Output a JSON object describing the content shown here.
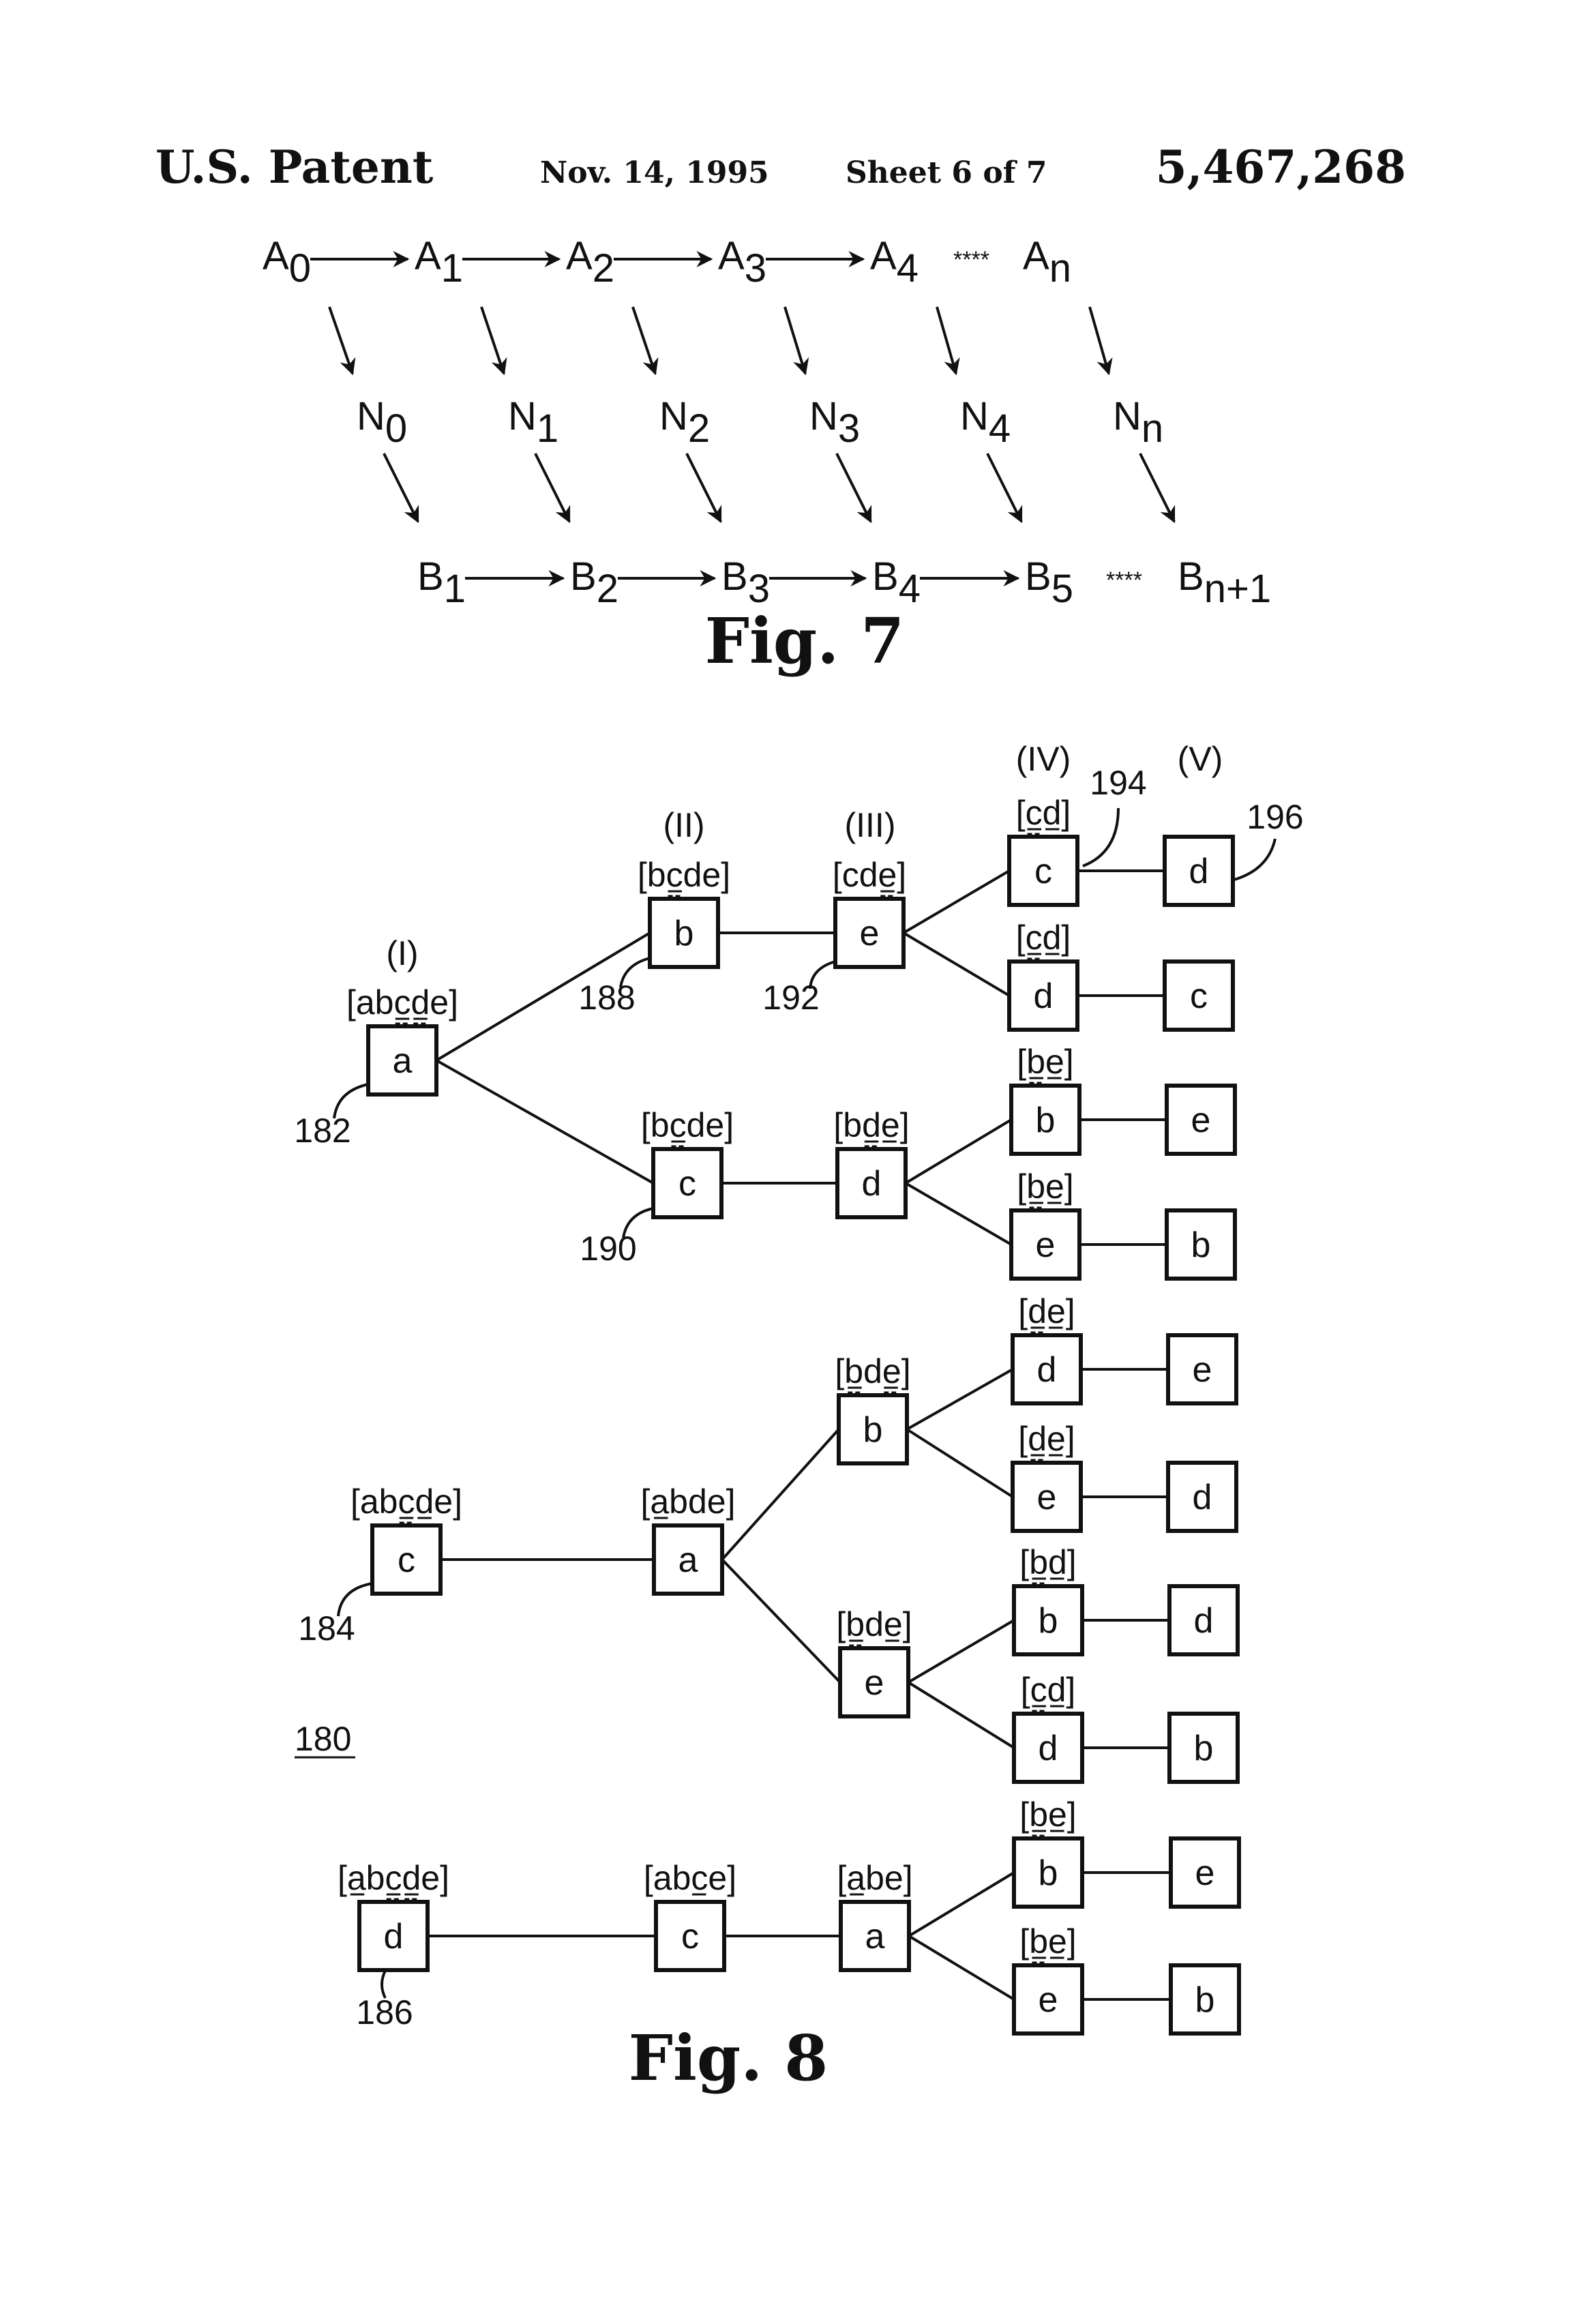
{
  "header": {
    "title": "U.S. Patent",
    "date": "Nov. 14, 1995",
    "sheet": "Sheet 6 of 7",
    "number": "5,467,268"
  },
  "fig7": {
    "caption": "Fig. 7",
    "ellipsis": "****",
    "a_row": [
      {
        "base": "A",
        "sub": "0"
      },
      {
        "base": "A",
        "sub": "1"
      },
      {
        "base": "A",
        "sub": "2"
      },
      {
        "base": "A",
        "sub": "3"
      },
      {
        "base": "A",
        "sub": "4"
      },
      {
        "base": "A",
        "sub": "n"
      }
    ],
    "n_row": [
      {
        "base": "N",
        "sub": "0"
      },
      {
        "base": "N",
        "sub": "1"
      },
      {
        "base": "N",
        "sub": "2"
      },
      {
        "base": "N",
        "sub": "3"
      },
      {
        "base": "N",
        "sub": "4"
      },
      {
        "base": "N",
        "sub": "n"
      }
    ],
    "b_row": [
      {
        "base": "B",
        "sub": "1"
      },
      {
        "base": "B",
        "sub": "2"
      },
      {
        "base": "B",
        "sub": "3"
      },
      {
        "base": "B",
        "sub": "4"
      },
      {
        "base": "B",
        "sub": "5"
      },
      {
        "base": "B",
        "sub": "n+1"
      }
    ]
  },
  "fig8": {
    "caption": "Fig. 8",
    "figure_ref": "180",
    "levels": [
      "(I)",
      "(II)",
      "(III)",
      "(IV)",
      "(V)"
    ],
    "refs": [
      "182",
      "184",
      "186",
      "188",
      "190",
      "192",
      "194",
      "196"
    ],
    "nodes": [
      {
        "id": "n1",
        "letter": "a",
        "set": "[abcde]"
      },
      {
        "id": "n2",
        "letter": "b",
        "set": "[bcde]"
      },
      {
        "id": "n3",
        "letter": "e",
        "set": "[cde]"
      },
      {
        "id": "n4",
        "letter": "c",
        "set": "[cd]"
      },
      {
        "id": "n5",
        "letter": "d",
        "set": ""
      },
      {
        "id": "n6",
        "letter": "d",
        "set": "[cd]"
      },
      {
        "id": "n7",
        "letter": "c",
        "set": ""
      },
      {
        "id": "n8",
        "letter": "c",
        "set": "[bcde]"
      },
      {
        "id": "n9",
        "letter": "d",
        "set": "[bde]"
      },
      {
        "id": "n10",
        "letter": "b",
        "set": "[be]"
      },
      {
        "id": "n11",
        "letter": "e",
        "set": ""
      },
      {
        "id": "n12",
        "letter": "e",
        "set": "[be]"
      },
      {
        "id": "n13",
        "letter": "b",
        "set": ""
      },
      {
        "id": "n14",
        "letter": "c",
        "set": "[abcde]"
      },
      {
        "id": "n15",
        "letter": "a",
        "set": "[abde]"
      },
      {
        "id": "n16",
        "letter": "b",
        "set": "[bde]"
      },
      {
        "id": "n17",
        "letter": "d",
        "set": "[de]"
      },
      {
        "id": "n18",
        "letter": "e",
        "set": ""
      },
      {
        "id": "n19",
        "letter": "e",
        "set": "[de]"
      },
      {
        "id": "n20",
        "letter": "d",
        "set": ""
      },
      {
        "id": "n21",
        "letter": "e",
        "set": "[bde]"
      },
      {
        "id": "n22",
        "letter": "b",
        "set": "[bd]"
      },
      {
        "id": "n23",
        "letter": "d",
        "set": ""
      },
      {
        "id": "n24",
        "letter": "d",
        "set": "[cd]"
      },
      {
        "id": "n25",
        "letter": "b",
        "set": ""
      },
      {
        "id": "n26",
        "letter": "d",
        "set": "[abcde]"
      },
      {
        "id": "n27",
        "letter": "c",
        "set": "[abce]"
      },
      {
        "id": "n28",
        "letter": "a",
        "set": "[abe]"
      },
      {
        "id": "n29",
        "letter": "b",
        "set": "[be]"
      },
      {
        "id": "n30",
        "letter": "e",
        "set": ""
      },
      {
        "id": "n31",
        "letter": "e",
        "set": "[be]"
      },
      {
        "id": "n32",
        "letter": "b",
        "set": ""
      }
    ],
    "edges": [
      [
        "n1",
        "n2"
      ],
      [
        "n1",
        "n8"
      ],
      [
        "n2",
        "n3"
      ],
      [
        "n3",
        "n4"
      ],
      [
        "n3",
        "n6"
      ],
      [
        "n4",
        "n5"
      ],
      [
        "n6",
        "n7"
      ],
      [
        "n8",
        "n9"
      ],
      [
        "n9",
        "n10"
      ],
      [
        "n9",
        "n12"
      ],
      [
        "n10",
        "n11"
      ],
      [
        "n12",
        "n13"
      ],
      [
        "n14",
        "n15"
      ],
      [
        "n15",
        "n16"
      ],
      [
        "n15",
        "n21"
      ],
      [
        "n16",
        "n17"
      ],
      [
        "n16",
        "n19"
      ],
      [
        "n17",
        "n18"
      ],
      [
        "n19",
        "n20"
      ],
      [
        "n21",
        "n22"
      ],
      [
        "n21",
        "n24"
      ],
      [
        "n22",
        "n23"
      ],
      [
        "n24",
        "n25"
      ],
      [
        "n26",
        "n27"
      ],
      [
        "n27",
        "n28"
      ],
      [
        "n28",
        "n29"
      ],
      [
        "n28",
        "n31"
      ],
      [
        "n29",
        "n30"
      ],
      [
        "n31",
        "n32"
      ]
    ]
  }
}
